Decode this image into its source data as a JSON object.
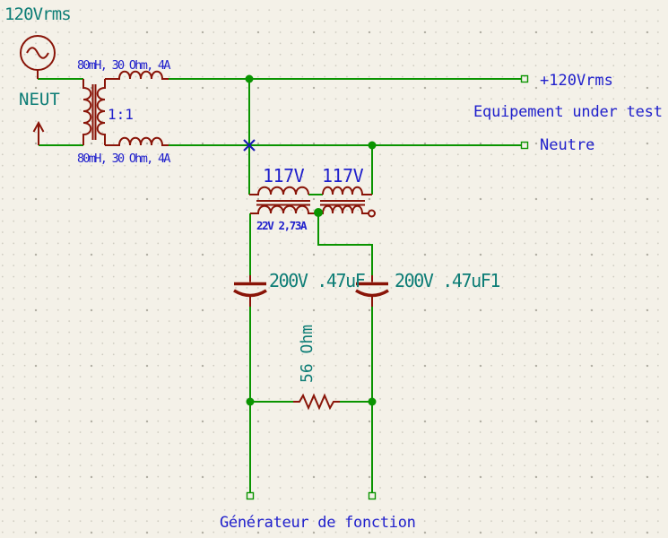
{
  "schematic": {
    "net_labels": {
      "source": "120Vrms",
      "neutral": "NEUT",
      "cap1": "200V .47uF",
      "cap2": "200V .47uF1",
      "resistor": "56 Ohm"
    },
    "component_values": {
      "inductor_top": "80mH, 30 Ohm, 4A",
      "inductor_bottom": "80mH, 30 Ohm, 4A",
      "transformer_ratio": "1:1",
      "t1_primary": "117V",
      "t2_primary": "117V",
      "secondary": "22V 2,73A"
    },
    "annotations": {
      "output_live": "+120Vrms",
      "equipment": "Equipement under test",
      "output_neutral": "Neutre",
      "generator": "Générateur de fonction"
    }
  },
  "colors": {
    "background": "#f4f1e8",
    "wire": "#0a9400",
    "component": "#891408",
    "field_text": "#2020cc",
    "net_label": "#0d7d76",
    "no_connect": "#1818b4"
  }
}
